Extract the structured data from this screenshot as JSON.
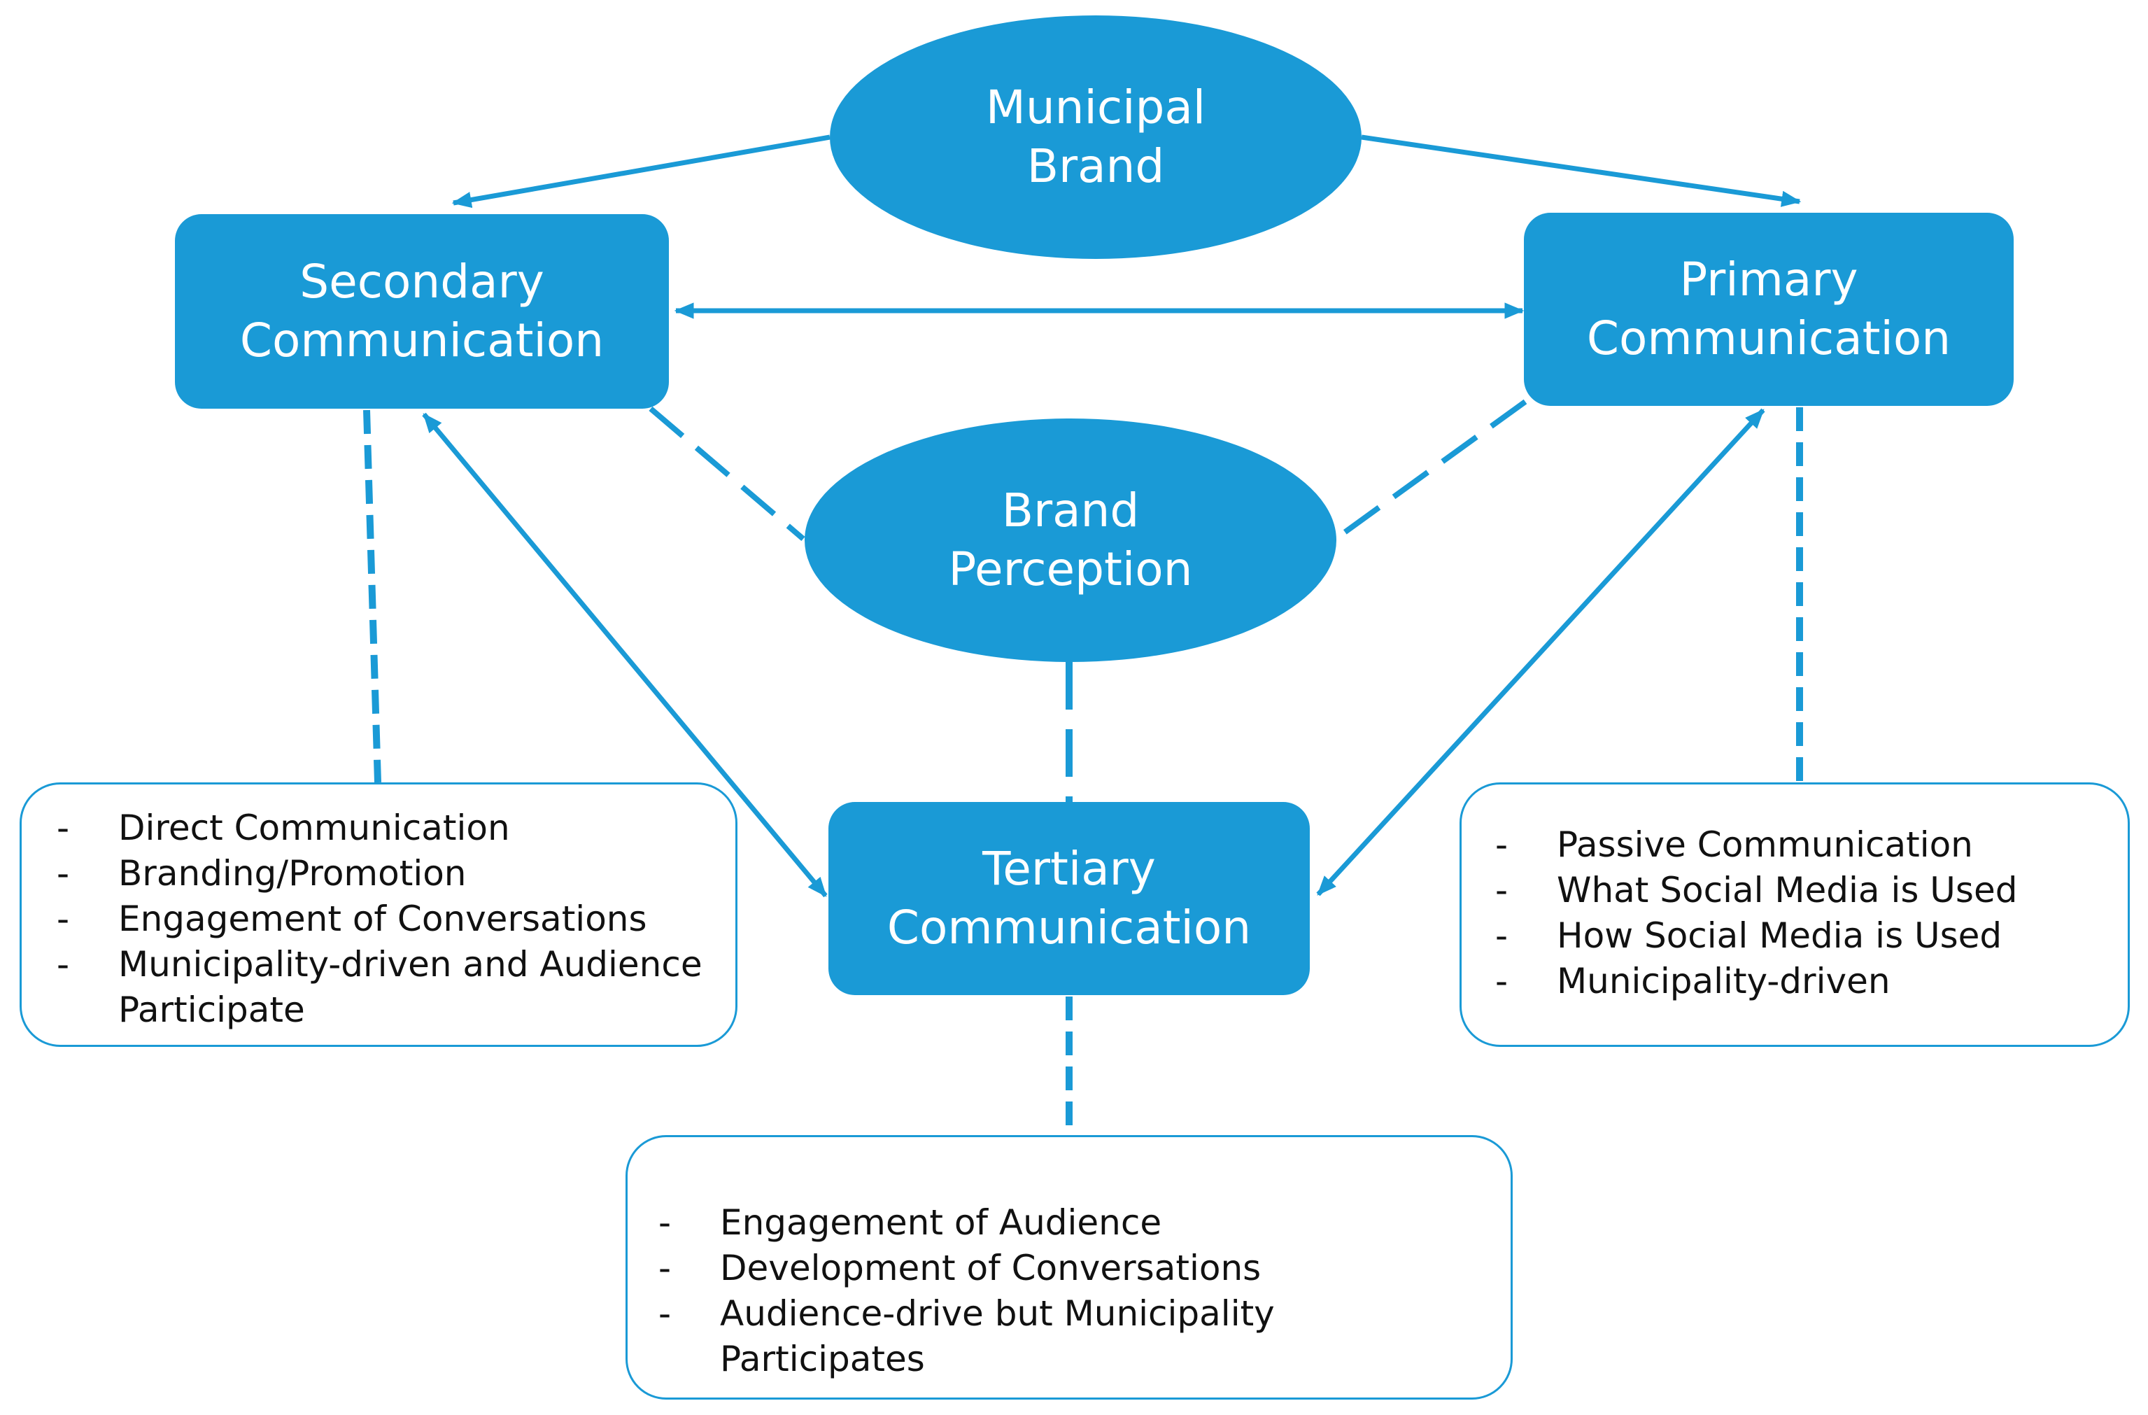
{
  "colors": {
    "node_fill": "#1a9ad6",
    "connector": "#1a9ad6",
    "note_border": "#1a9ad6",
    "note_text": "#111111"
  },
  "nodes": {
    "municipal_brand": {
      "line1": "Municipal",
      "line2": "Brand"
    },
    "secondary": {
      "line1": "Secondary",
      "line2": "Communication"
    },
    "primary": {
      "line1": "Primary",
      "line2": "Communication"
    },
    "brand_perception": {
      "line1": "Brand",
      "line2": "Perception"
    },
    "tertiary": {
      "line1": "Tertiary",
      "line2": "Communication"
    }
  },
  "notes": {
    "secondary": {
      "items": [
        "Direct Communication",
        "Branding/Promotion",
        "Engagement of Conversations",
        "Municipality-driven and Audience Participate"
      ]
    },
    "primary": {
      "items": [
        "Passive Communication",
        "What Social Media is Used",
        "How Social Media is Used",
        "Municipality-driven"
      ]
    },
    "tertiary": {
      "items": [
        "Engagement of Audience",
        "Development of Conversations",
        "Audience-drive but Municipality Participates"
      ]
    }
  }
}
